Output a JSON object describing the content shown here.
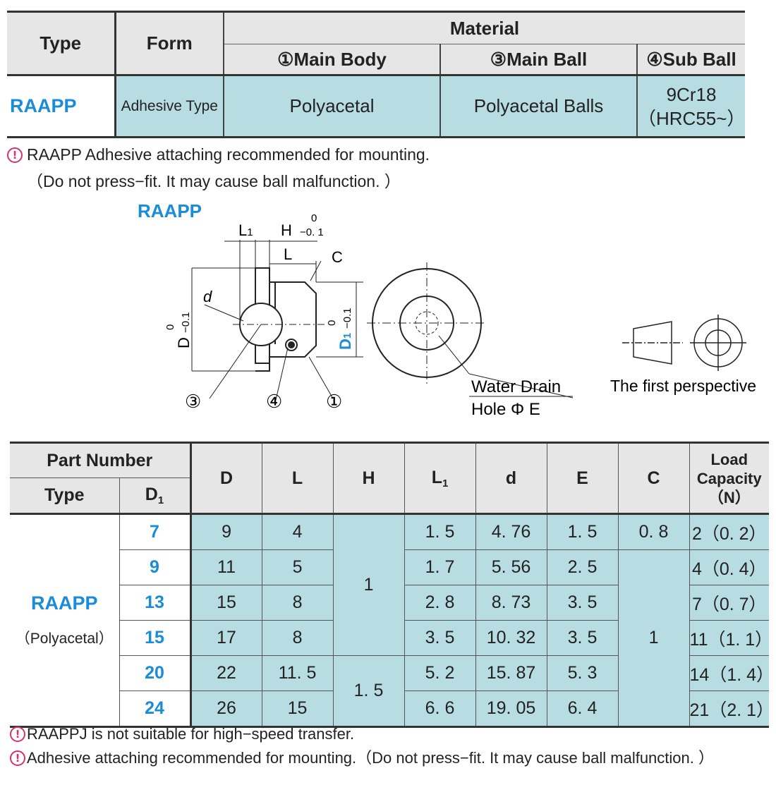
{
  "material_table": {
    "headers": {
      "type": "Type",
      "form": "Form",
      "material": "Material",
      "main_body": "①Main Body",
      "main_ball": "③Main Ball",
      "sub_ball": "④Sub Ball"
    },
    "row": {
      "type": "RAAPP",
      "form": "Adhesive Type",
      "main_body": "Polyacetal",
      "main_ball": "Polyacetal Balls",
      "sub_ball_line1": "9Cr18",
      "sub_ball_line2": "（HRC55~）"
    }
  },
  "note_top": {
    "line1": "RAAPP Adhesive attaching recommended for mounting.",
    "line2": "（Do not press−fit.  It may cause ball malfunction. ）"
  },
  "diagram": {
    "title": "RAAPP",
    "L1": "L",
    "L1_sub": "1",
    "H": "H",
    "H_tol_upper": "0",
    "H_tol_lower": "−0. 1",
    "L": "L",
    "C": "C",
    "d": "d",
    "D": "D",
    "D_tol_upper": "0",
    "D_tol_lower": "−0.1",
    "D1": "D",
    "D1_sub": "1",
    "D1_tol_upper": "0",
    "D1_tol_lower": "−0.1",
    "callout_3": "③",
    "callout_4": "④",
    "callout_1": "①",
    "water_drain_line1": "Water Drain",
    "water_drain_line2": "Hole Φ E",
    "perspective": "The first perspective"
  },
  "spec_table": {
    "headers": {
      "part_number": "Part Number",
      "type": "Type",
      "D1": "D",
      "D1_sub": "1",
      "D": "D",
      "L": "L",
      "H": "H",
      "L1": "L",
      "L1_sub": "1",
      "d": "d",
      "E": "E",
      "C": "C",
      "load_line1": "Load",
      "load_line2": "Capacity",
      "load_line3": "（N）"
    },
    "type_name": "RAAPP",
    "type_note": "（Polyacetal）",
    "rows": [
      {
        "D1": "7",
        "D": "9",
        "L": "4",
        "L1": "1. 5",
        "d": "4. 76",
        "E": "1. 5",
        "load": "2（0. 2）"
      },
      {
        "D1": "9",
        "D": "11",
        "L": "5",
        "L1": "1. 7",
        "d": "5. 56",
        "E": "2. 5",
        "load": "4（0. 4）"
      },
      {
        "D1": "13",
        "D": "15",
        "L": "8",
        "L1": "2. 8",
        "d": "8. 73",
        "E": "3. 5",
        "load": "7（0. 7）"
      },
      {
        "D1": "15",
        "D": "17",
        "L": "8",
        "L1": "3. 5",
        "d": "10. 32",
        "E": "3. 5",
        "load": "11（1. 1）"
      },
      {
        "D1": "20",
        "D": "22",
        "L": "11. 5",
        "L1": "5. 2",
        "d": "15. 87",
        "E": "5. 3",
        "load": "14（1. 4）"
      },
      {
        "D1": "24",
        "D": "26",
        "L": "15",
        "L1": "6. 6",
        "d": "19. 05",
        "E": "6. 4",
        "load": "21（2. 1）"
      }
    ],
    "H_group1": "1",
    "H_group2": "1. 5",
    "C_row1": "0. 8",
    "C_group": "1"
  },
  "notes_bottom": {
    "line1": "RAAPPJ is not suitable for high−speed transfer.",
    "line2": "Adhesive attaching recommended for mounting.（Do not press−fit.  It may cause ball malfunction. ）"
  },
  "colors": {
    "cell_highlight": "#b7dde3",
    "header_gray": "#e6e6e6",
    "accent_blue": "#1a8cd8",
    "warning_pink": "#d6336c"
  }
}
